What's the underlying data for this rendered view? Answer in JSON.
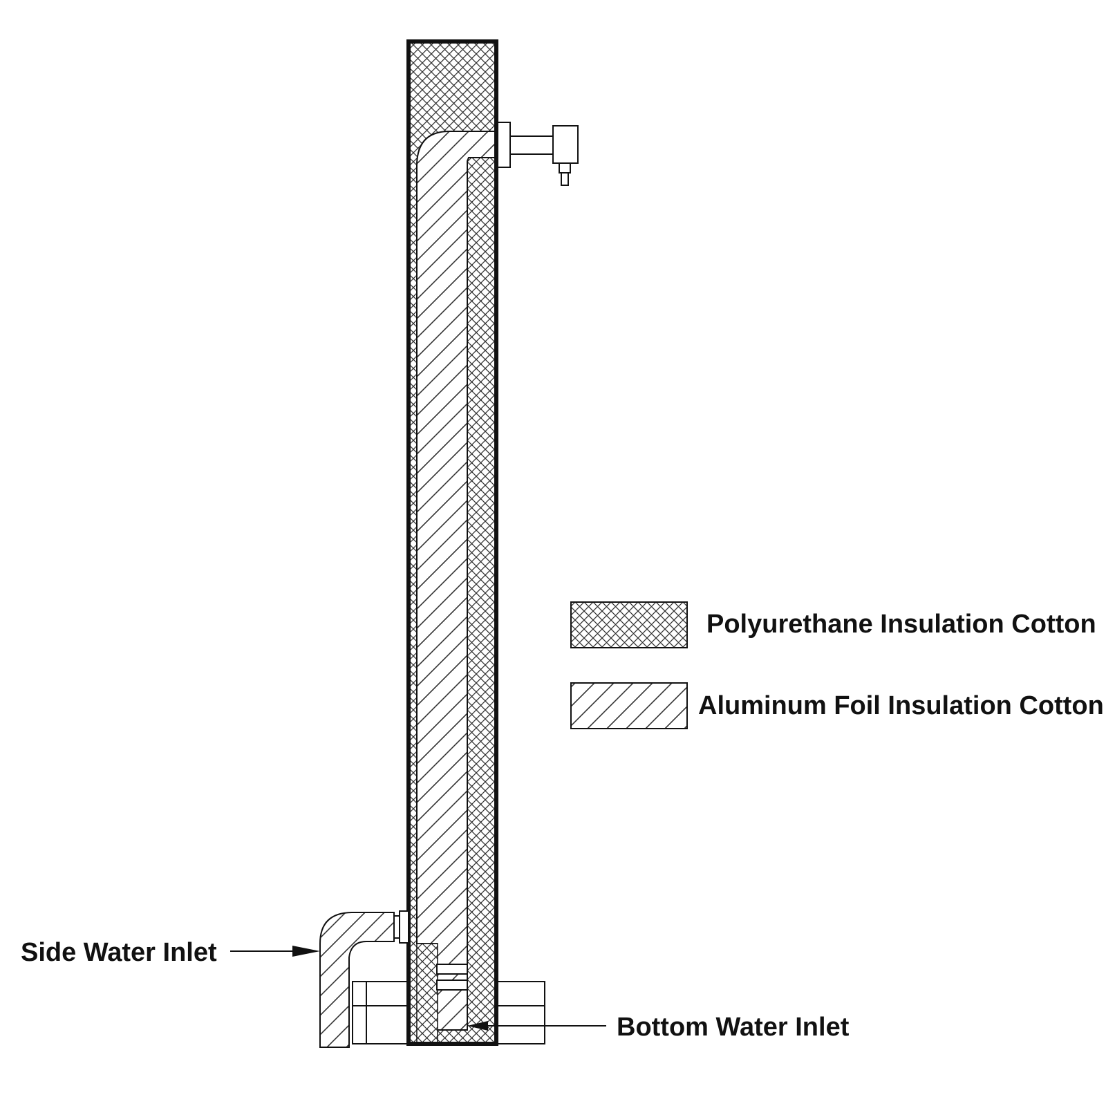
{
  "colors": {
    "line": "#111111",
    "hatch": "#333333",
    "background": "#ffffff"
  },
  "legend": {
    "items": [
      {
        "label": "Polyurethane Insulation Cotton",
        "pattern": "crosshatch"
      },
      {
        "label": "Aluminum Foil Insulation Cotton",
        "pattern": "diagonal-hatch"
      }
    ]
  },
  "callouts": {
    "side_inlet": "Side Water Inlet",
    "bottom_inlet": "Bottom Water Inlet"
  }
}
